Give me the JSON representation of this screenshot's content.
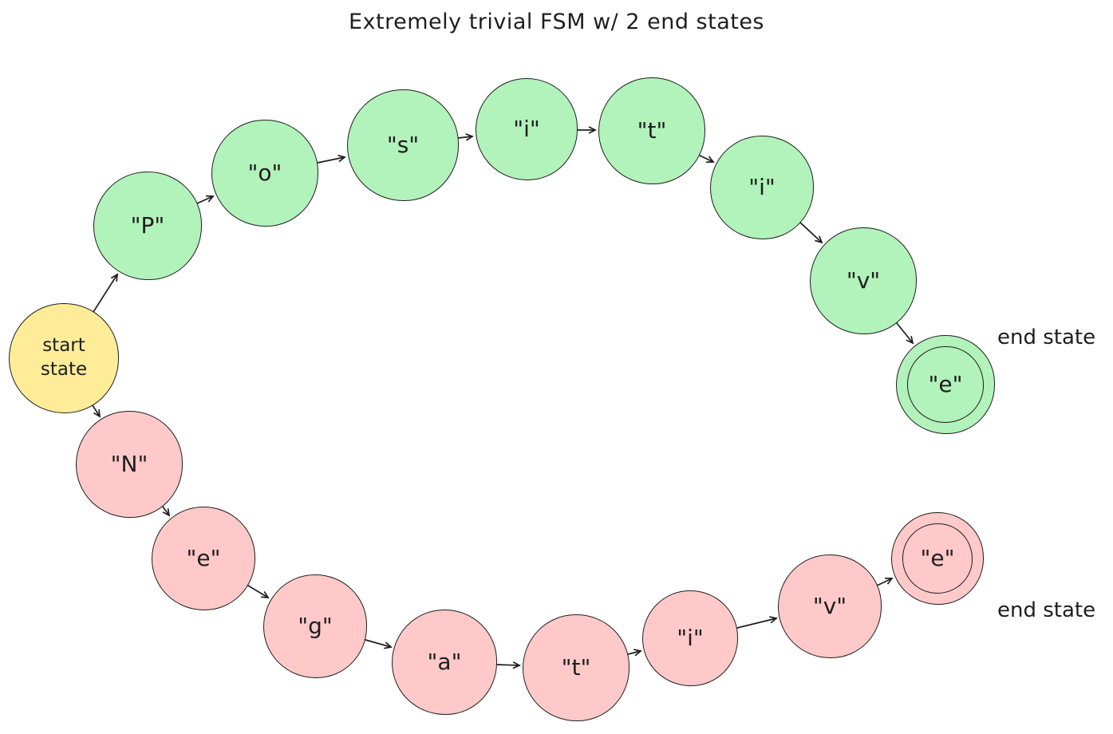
{
  "title": "Extremely trivial FSM w/ 2 end states",
  "colors": {
    "stroke": "#1e1e1e",
    "start_fill": "#ffec99",
    "positive_fill": "#b2f2bb",
    "negative_fill": "#ffc9c9",
    "background": "#ffffff"
  },
  "start_state": {
    "line1": "start",
    "line2": "state"
  },
  "positive_branch": {
    "nodes": [
      {
        "label": "\"P\""
      },
      {
        "label": "\"o\""
      },
      {
        "label": "\"s\""
      },
      {
        "label": "\"i\""
      },
      {
        "label": "\"t\""
      },
      {
        "label": "\"i\""
      },
      {
        "label": "\"v\""
      },
      {
        "label": "\"e\""
      }
    ],
    "end_state_label": "end state"
  },
  "negative_branch": {
    "nodes": [
      {
        "label": "\"N\""
      },
      {
        "label": "\"e\""
      },
      {
        "label": "\"g\""
      },
      {
        "label": "\"a\""
      },
      {
        "label": "\"t\""
      },
      {
        "label": "\"i\""
      },
      {
        "label": "\"v\""
      },
      {
        "label": "\"e\""
      }
    ],
    "end_state_label": "end state"
  }
}
